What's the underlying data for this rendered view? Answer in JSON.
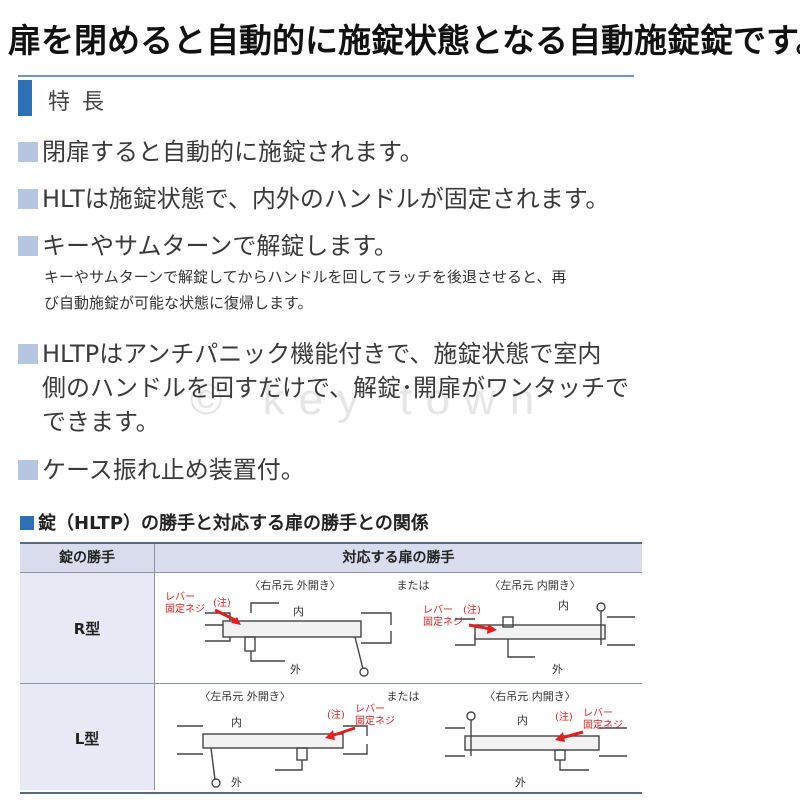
{
  "headline": "扉を閉めると自動的に施錠状態となる自動施錠錠です。",
  "section_title": "特長",
  "features": [
    "閉扉すると自動的に施錠されます。",
    "HLTは施錠状態で、内外のハンドルが固定されます。",
    "キーやサムターンで解錠します。",
    "HLTPはアンチパニック機能付きで、施錠状態で室内",
    "側のハンドルを回すだけで、解錠･開扉がワンタッチで",
    "できます。",
    "ケース振れ止め装置付。"
  ],
  "feature3_note_lines": [
    "キーやサムターンで解錠してからハンドルを回してラッチを後退させると、再",
    "び自動施錠が可能な状態に復帰します。"
  ],
  "watermark": "© key town",
  "table": {
    "title": "錠（HLTP）の勝手と対応する扉の勝手との関係",
    "headers": {
      "lock_hand": "錠の勝手",
      "door_hand": "対応する扉の勝手"
    },
    "or_label": "または",
    "rows": [
      {
        "label": "R型",
        "left_caption": "〈右吊元 外開き〉",
        "right_caption": "〈左吊元 内開き〉"
      },
      {
        "label": "L型",
        "left_caption": "〈左吊元 外開き〉",
        "right_caption": "〈右吊元 内開き〉"
      }
    ],
    "labels": {
      "inside": "内",
      "outside": "外",
      "lever_line1": "レバー",
      "lever_line2": "固定ネジ",
      "note": "(注)"
    }
  },
  "colors": {
    "accent_blue": "#2f6fb4",
    "bullet_light_blue": "#b6c5e0",
    "annotation_red": "#e02020",
    "table_header_bg": "#d8dcec"
  }
}
